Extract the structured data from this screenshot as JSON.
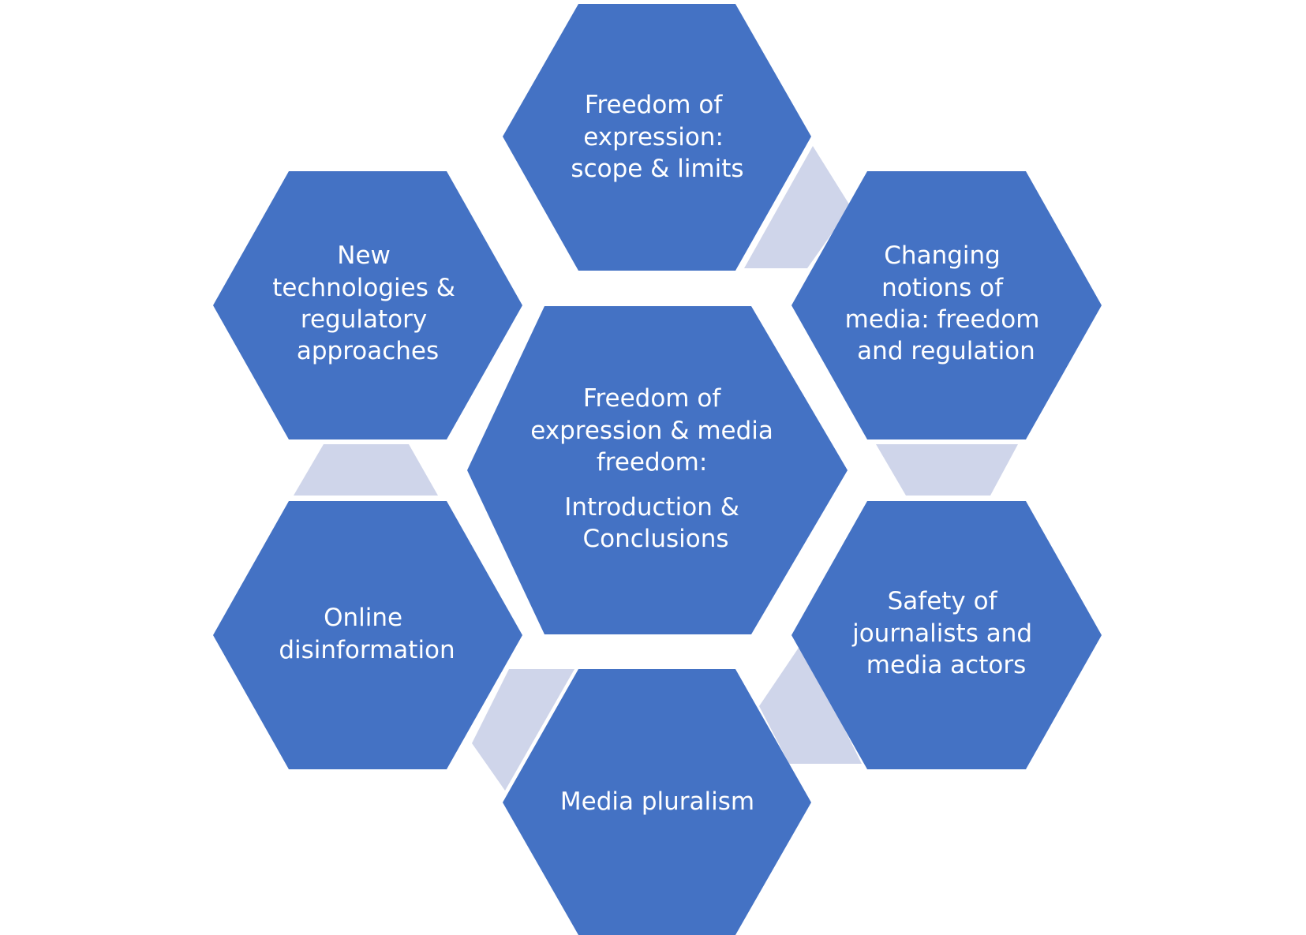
{
  "diagram": {
    "center": {
      "lines": [
        "Freedom of",
        "expression & media",
        "freedom:",
        "Introduction &",
        "Conclusions"
      ]
    },
    "top": {
      "lines": [
        "Freedom of",
        "expression:",
        "scope & limits"
      ]
    },
    "upper_right": {
      "lines": [
        "Changing",
        "notions of",
        "media: freedom",
        "and regulation"
      ]
    },
    "lower_right": {
      "lines": [
        "Safety of",
        "journalists and",
        "media actors"
      ]
    },
    "bottom": {
      "lines": [
        "Media pluralism"
      ]
    },
    "lower_left": {
      "lines": [
        "Online",
        "disinformation"
      ]
    },
    "upper_left": {
      "lines": [
        "New",
        "technologies &",
        "regulatory",
        "approaches"
      ]
    }
  }
}
